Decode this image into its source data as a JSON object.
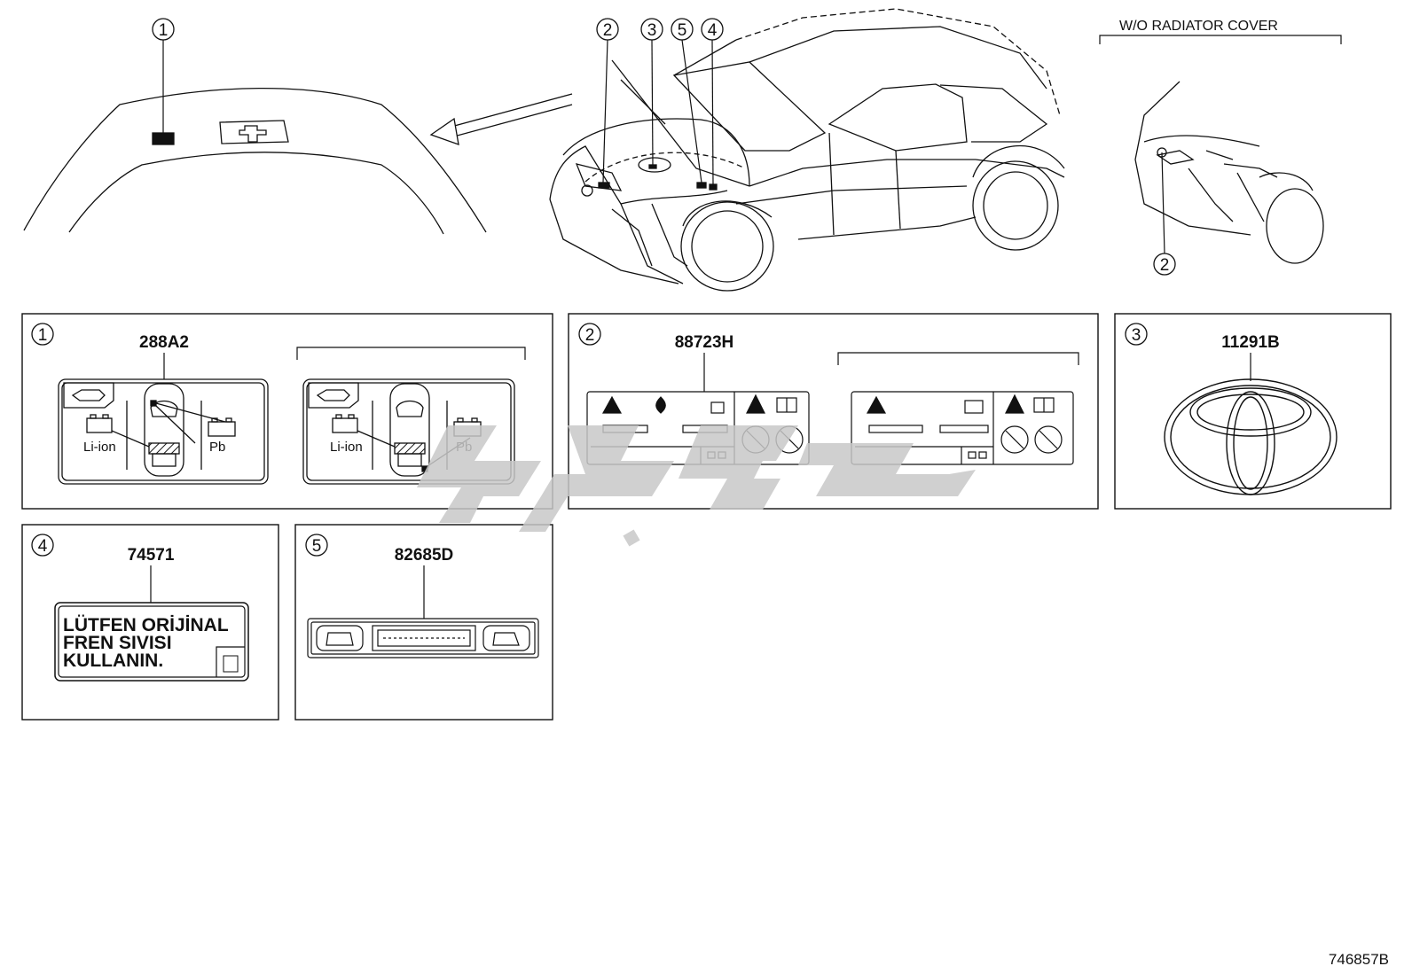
{
  "callouts": {
    "c1": "1",
    "c2": "2",
    "c3": "3",
    "c4": "4",
    "c5": "5"
  },
  "wo_radiator_cover": "W/O RADIATOR COVER",
  "panels": {
    "p1": {
      "callout": "1",
      "part_number": "288A2",
      "label_liion": "Li-ion",
      "label_pb": "Pb"
    },
    "p2": {
      "callout": "2",
      "part_number": "88723H"
    },
    "p3": {
      "callout": "3",
      "part_number": "11291B"
    },
    "p4": {
      "callout": "4",
      "part_number": "74571",
      "line1": "LÜTFEN ORİJİNAL",
      "line2": "FREN SIVISI",
      "line3": "KULLANIN."
    },
    "p5": {
      "callout": "5",
      "part_number": "82685D"
    }
  },
  "diagram_id": "746857B",
  "colors": {
    "line": "#111111",
    "watermark": "#c8c8c8",
    "background": "#ffffff"
  }
}
